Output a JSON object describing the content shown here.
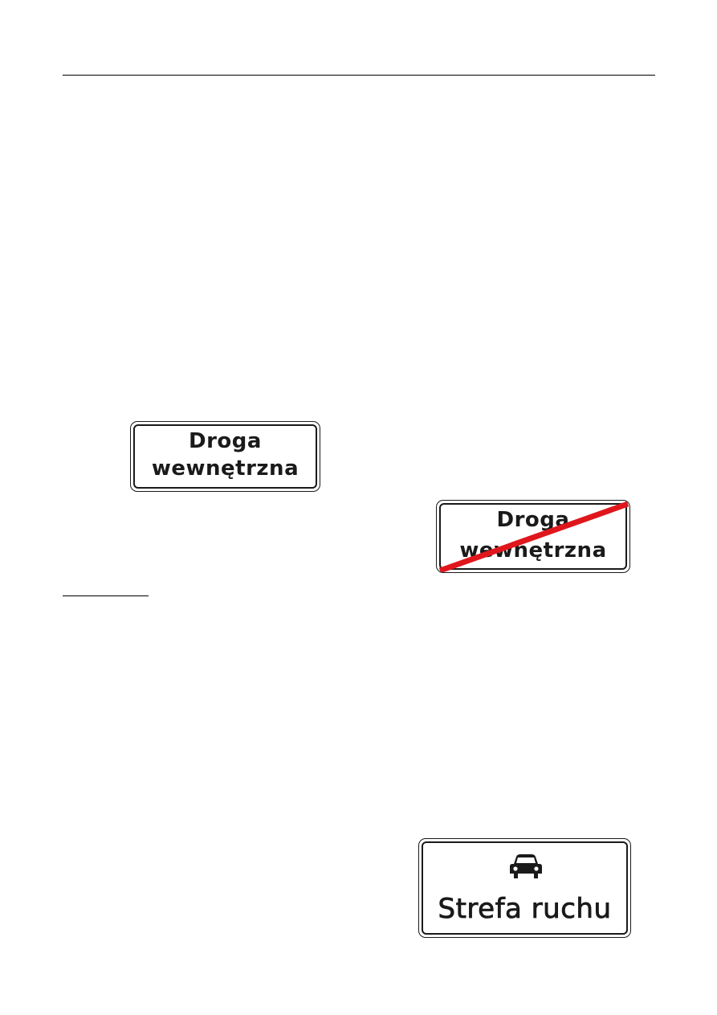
{
  "signs": {
    "internal_road": {
      "line1": "Droga",
      "line2": "wewnętrzna"
    },
    "end_internal_road": {
      "line1": "Droga",
      "line2": "wewnętrzna",
      "slash_color": "#e0161d"
    },
    "traffic_zone": {
      "icon": "car-icon",
      "line1": "Strefa ruchu"
    }
  },
  "colors": {
    "sign_border": "#1a1a1a",
    "sign_background": "#ffffff",
    "text": "#1a1a1a"
  }
}
